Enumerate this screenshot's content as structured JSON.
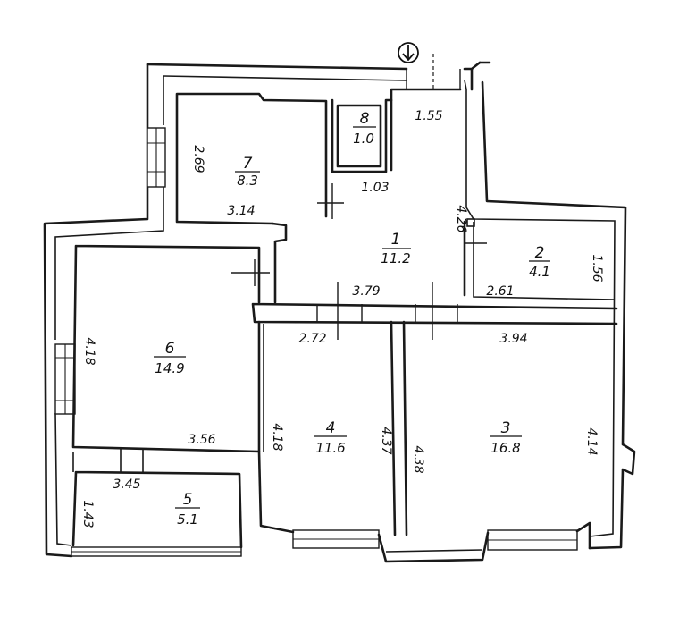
{
  "rooms": [
    {
      "id": "1",
      "number": "1",
      "area": "11.2"
    },
    {
      "id": "2",
      "number": "2",
      "area": "4.1"
    },
    {
      "id": "3",
      "number": "3",
      "area": "16.8"
    },
    {
      "id": "4",
      "number": "4",
      "area": "11.6"
    },
    {
      "id": "5",
      "number": "5",
      "area": "5.1"
    },
    {
      "id": "6",
      "number": "6",
      "area": "14.9"
    },
    {
      "id": "7",
      "number": "7",
      "area": "8.3"
    },
    {
      "id": "8",
      "number": "8",
      "area": "1.0"
    }
  ],
  "dimensions": {
    "d_155": "1.55",
    "d_269": "2.69",
    "d_103": "1.03",
    "d_314": "3.14",
    "d_426": "4.26",
    "d_156": "1.56",
    "d_379": "3.79",
    "d_261": "2.61",
    "d_272": "2.72",
    "d_394": "3.94",
    "d_418_left": "4.18",
    "d_418_mid": "4.18",
    "d_437": "4.37",
    "d_438": "4.38",
    "d_414": "4.14",
    "d_356": "3.56",
    "d_345": "3.45",
    "d_143": "1.43"
  },
  "icons": {
    "entrance": "down-arrow-in-circle"
  }
}
